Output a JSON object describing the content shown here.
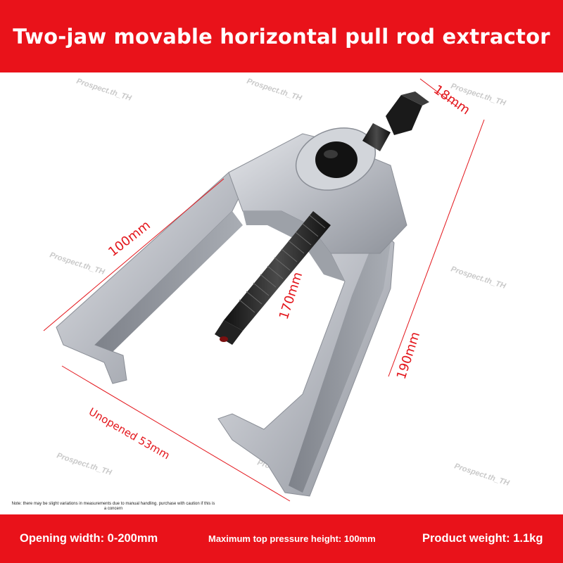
{
  "title": "Two-jaw movable horizontal pull rod extractor",
  "dimensions": {
    "screw_width": "18mm",
    "arm_length": "100mm",
    "screw_length": "170mm",
    "total_length": "190mm",
    "unopened": "Unopened 53mm"
  },
  "watermark": "Prospect.th_TH",
  "note": "Note: there may be slight variations in measurements due to manual handling. purchase with caution if this is a concern",
  "specs": {
    "opening_width": "Opening width: 0-200mm",
    "max_pressure_height": "Maximum top pressure height: 100mm",
    "weight": "Product weight: 1.1kg"
  },
  "colors": {
    "banner": "#e9121a",
    "dimension": "#e3151b",
    "metal": "#c3c6cc"
  }
}
